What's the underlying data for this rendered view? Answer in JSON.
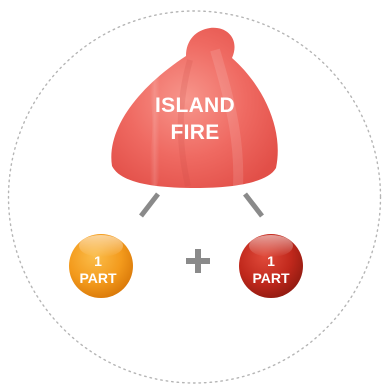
{
  "swatch": {
    "name_line1": "ISLAND",
    "name_line2": "FIRE",
    "color": "#ef6a62"
  },
  "components": [
    {
      "amount": "1",
      "unit": "PART",
      "color": "#f39a1c"
    },
    {
      "amount": "1",
      "unit": "PART",
      "color": "#c0281c"
    }
  ],
  "operator": "+",
  "colors": {
    "border": "#b5b5b5",
    "connector": "#8a8a8a",
    "plus": "#8a8a8a"
  }
}
